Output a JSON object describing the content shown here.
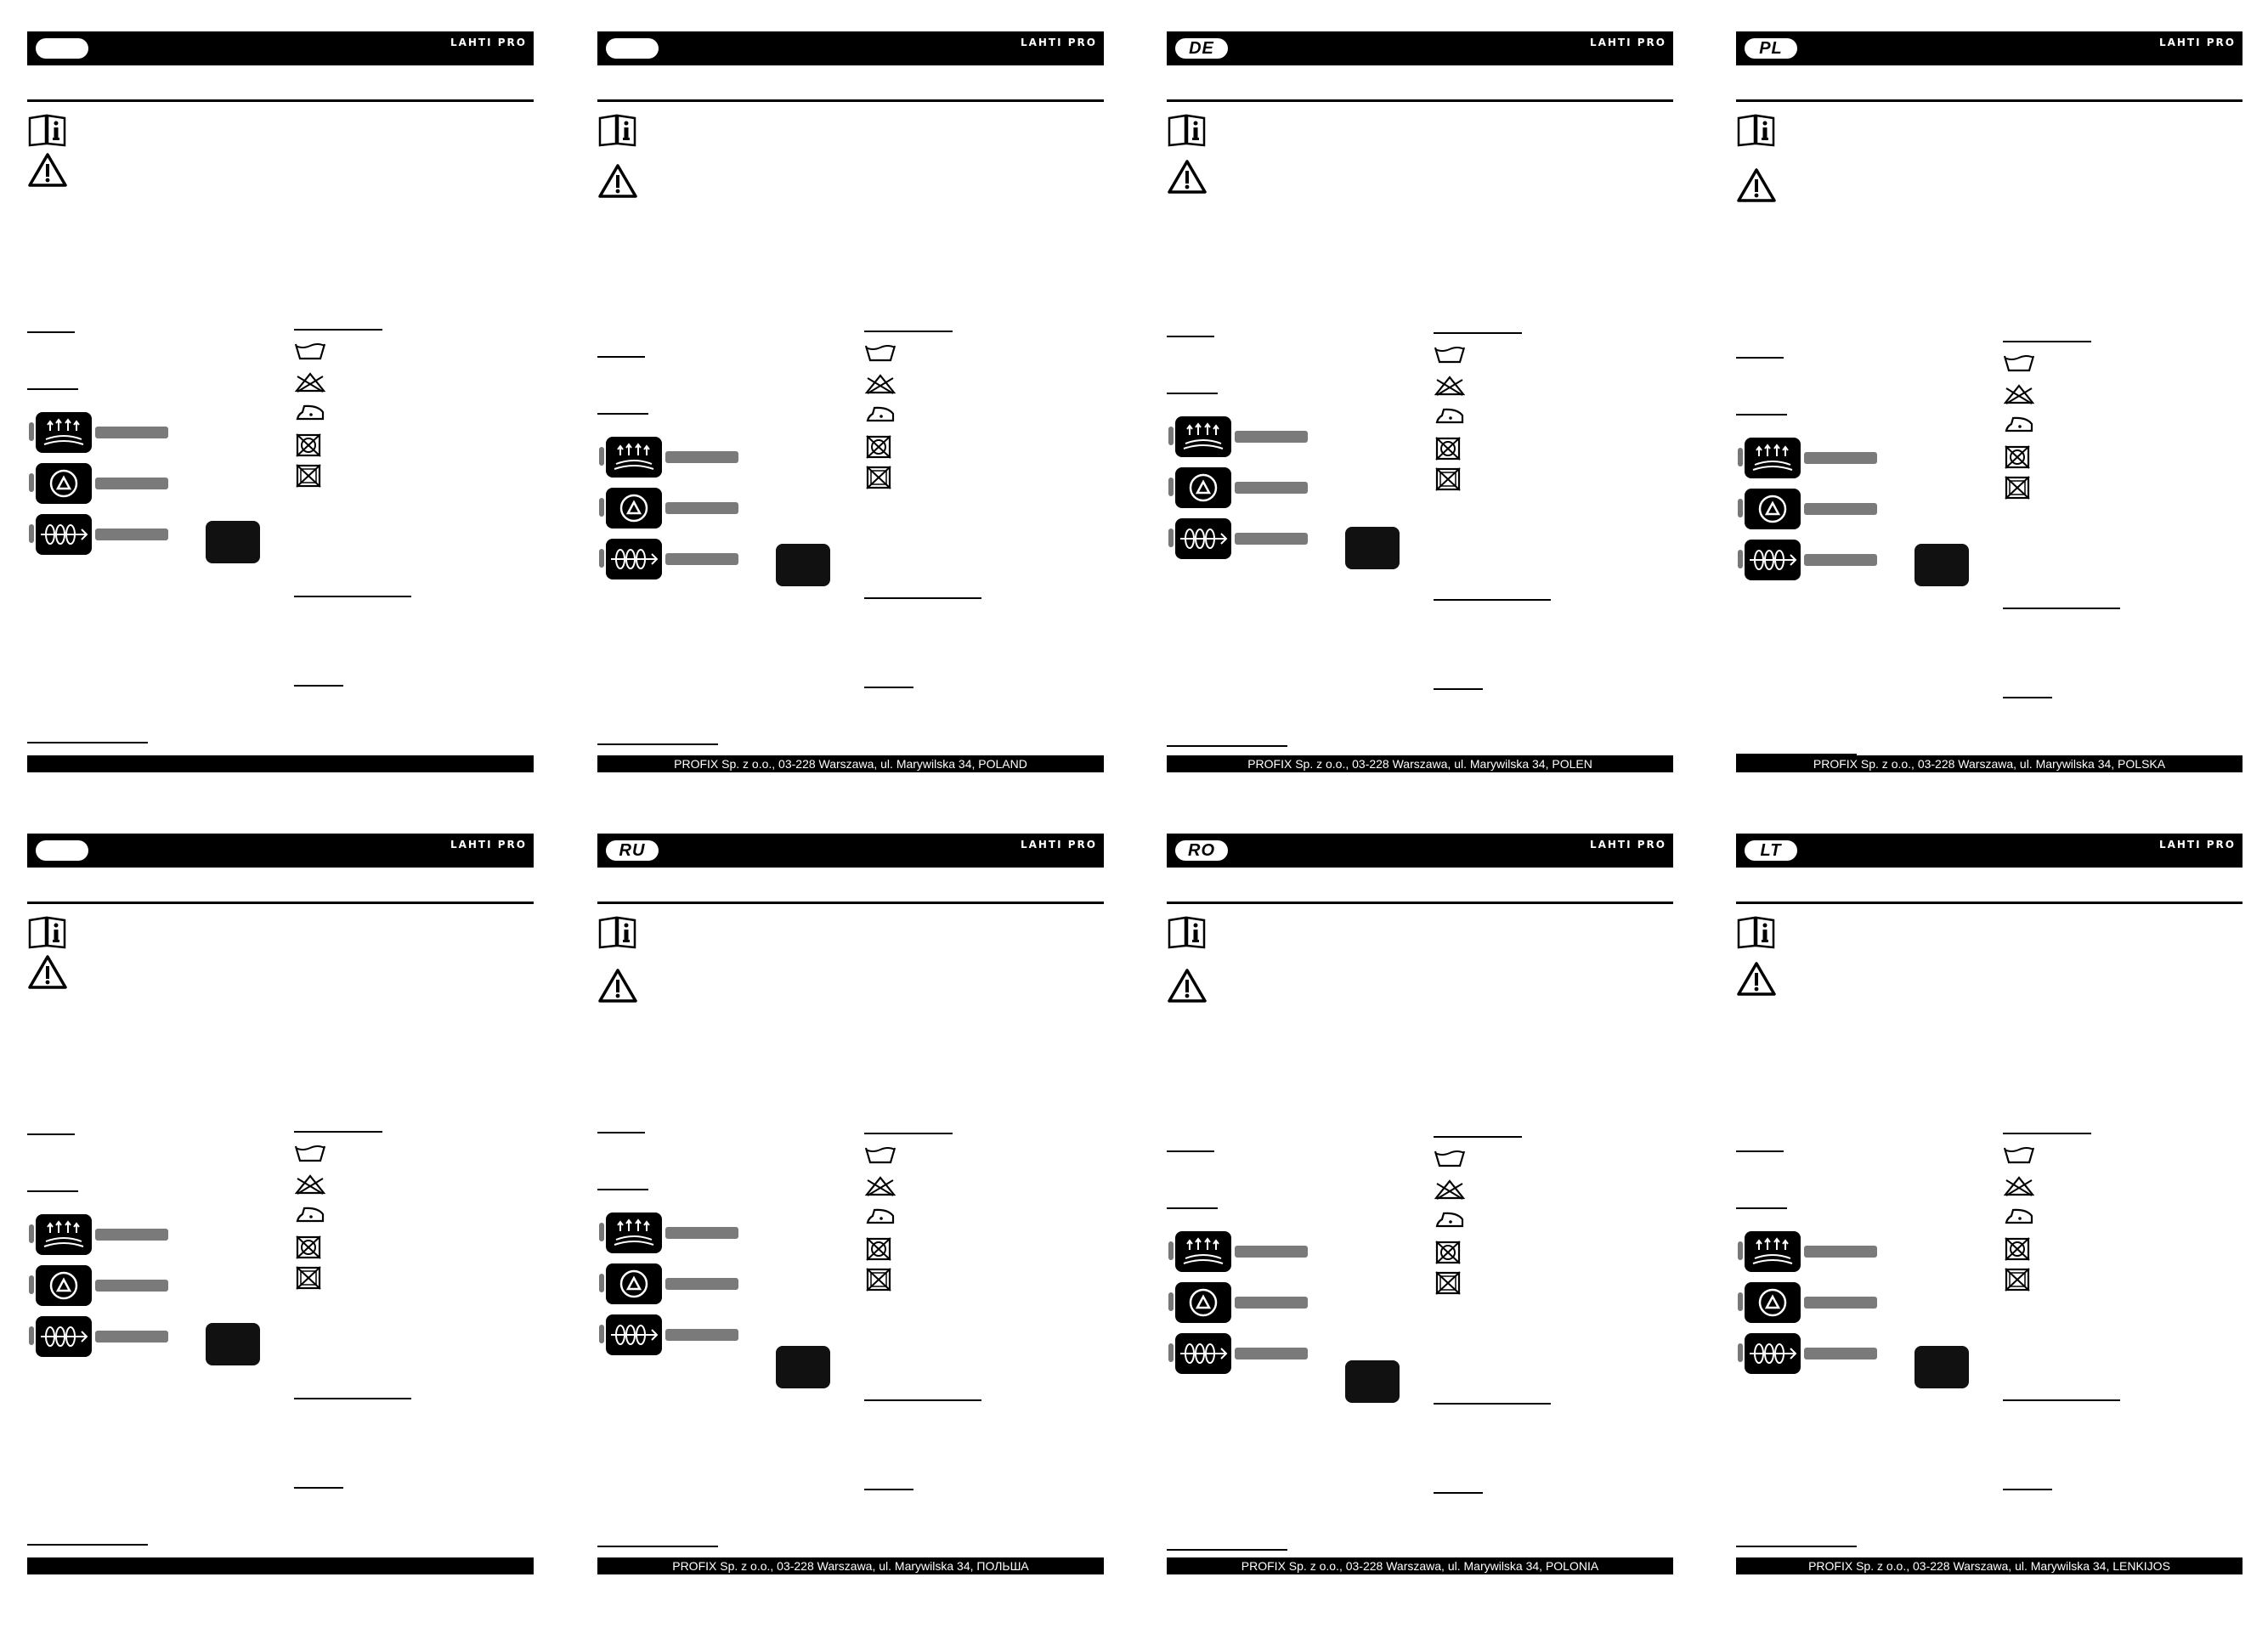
{
  "brand_logo": "LAHTI PRO",
  "panels": [
    {
      "lang": "",
      "footer": ""
    },
    {
      "lang": "",
      "footer": "PROFIX Sp. z o.o., 03-228 Warszawa, ul. Marywilska 34, POLAND"
    },
    {
      "lang": "DE",
      "footer": "PROFIX Sp. z o.o., 03-228 Warszawa, ul. Marywilska 34, POLEN"
    },
    {
      "lang": "PL",
      "footer": "PROFIX Sp. z o.o., 03-228 Warszawa, ul. Marywilska 34,  POLSKA"
    },
    {
      "lang": "",
      "footer": ""
    },
    {
      "lang": "RU",
      "footer": "PROFIX Sp. z o.o., 03-228 Warszawa, ul. Marywilska 34, ПОЛЬША"
    },
    {
      "lang": "RO",
      "footer": "PROFIX Sp. z o.o., 03-228 Warszawa, ul. Marywilska 34, POLONIA"
    },
    {
      "lang": "LT",
      "footer": "PROFIX Sp. z o.o., 03-228 Warszawa, ul. Marywilska 34, LENKIJOS"
    }
  ],
  "icons": {
    "manual": "read-manual-icon",
    "warning": "warning-triangle-icon",
    "features": [
      "breathable-icon",
      "moisture-wicking-icon",
      "stretch-icon"
    ],
    "care": [
      "wash-30-icon",
      "no-bleach-icon",
      "iron-low-icon",
      "no-tumble-dry-icon",
      "no-dry-clean-icon"
    ]
  },
  "colors": {
    "header": "#000000",
    "feature_bar": "#7a7a7a"
  }
}
